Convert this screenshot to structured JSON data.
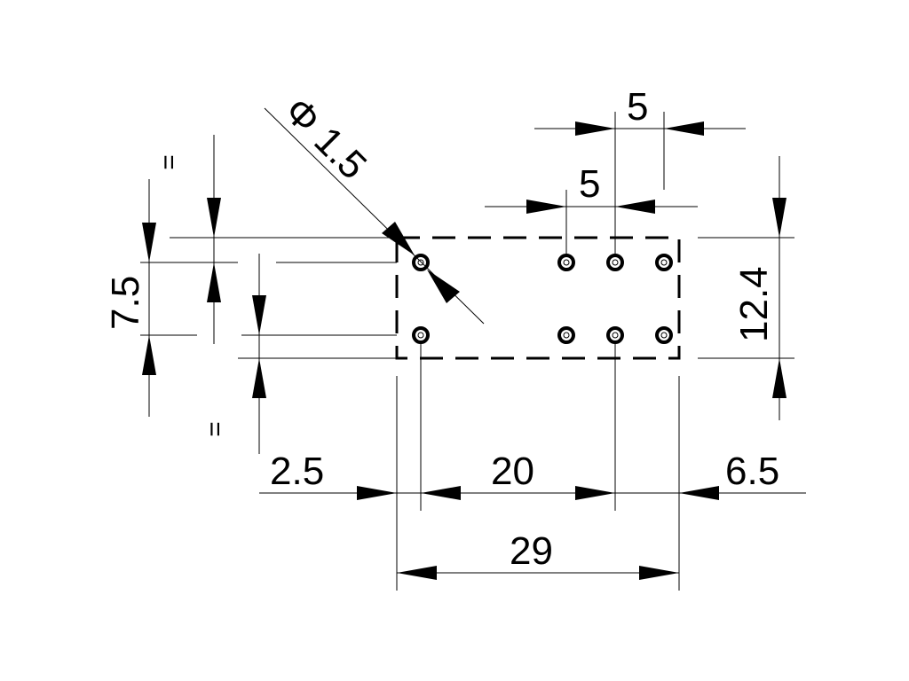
{
  "diagram": {
    "colors": {
      "line": "#000000",
      "background": "#ffffff"
    },
    "labels": {
      "hole_diameter": "Φ 1.5",
      "pitch_top": "5",
      "pitch_mid": "5",
      "row_spacing": "7.5",
      "height": "12.4",
      "offset_left": "2.5",
      "span_20": "20",
      "offset_right": "6.5",
      "length": "29",
      "equal_top": "=",
      "equal_bottom": "="
    },
    "pins": {
      "rows": 2,
      "columns": 4
    }
  }
}
